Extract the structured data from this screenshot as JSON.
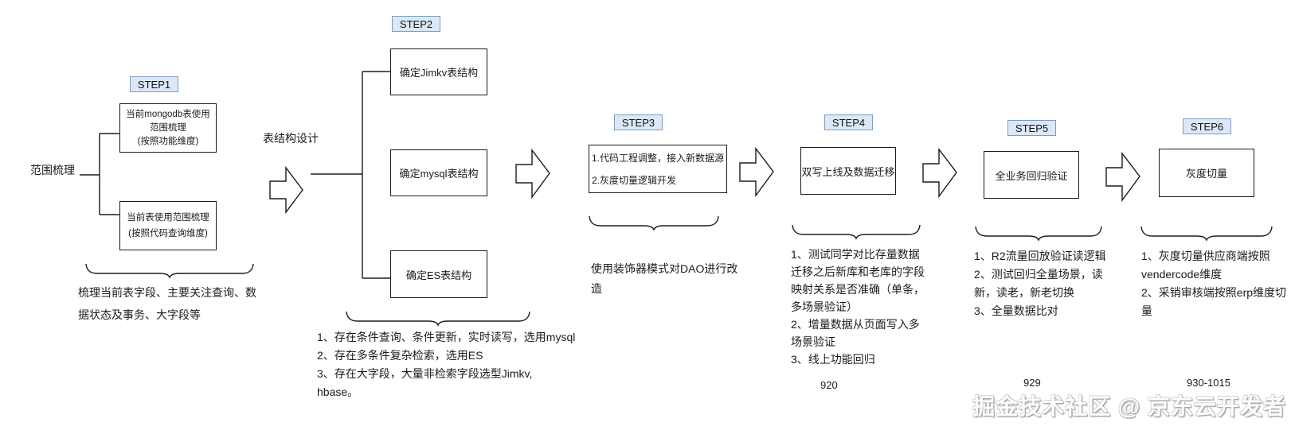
{
  "labels": {
    "scope": "范围梳理",
    "table_design": "表结构设计"
  },
  "steps": [
    {
      "badge": "STEP1",
      "boxes": [
        "当前mongodb表使用\n范围梳理\n(按照功能维度)",
        "当前表使用范围梳理\n(按照代码查询维度)"
      ],
      "note": "梳理当前表字段、主要关注查询、数据状态及事务、大字段等"
    },
    {
      "badge": "STEP2",
      "boxes": [
        "确定Jimkv表结构",
        "确定mysql表结构",
        "确定ES表结构"
      ],
      "note": "1、存在条件查询、条件更新，实时读写，选用mysql\n2、存在多条件复杂检索，选用ES\n3、存在大字段，大量非检索字段选型Jimkv,\nhbase。"
    },
    {
      "badge": "STEP3",
      "boxes": [
        "1.代码工程调整，接入新数据源\n2.灰度切量逻辑开发"
      ],
      "note": "使用装饰器模式对DAO进行改造"
    },
    {
      "badge": "STEP4",
      "boxes": [
        "双写上线及数据迁移"
      ],
      "note": "1、测试同学对比存量数据迁移之后新库和老库的字段映射关系是否准确（单条，多场景验证）\n2、增量数据从页面写入多场景验证\n3、线上功能回归",
      "date": "920"
    },
    {
      "badge": "STEP5",
      "boxes": [
        "全业务回归验证"
      ],
      "note": "1、R2流量回放验证读逻辑\n2、测试回归全量场景，读新，读老，新老切换\n3、全量数据比对",
      "date": "929"
    },
    {
      "badge": "STEP6",
      "boxes": [
        "灰度切量"
      ],
      "note": "1、灰度切量供应商端按照vendercode维度\n2、采销审核端按照erp维度切量",
      "date": "930-1015"
    }
  ],
  "watermark": "掘金技术社区 @ 京东云开发者",
  "colors": {
    "step_badge_bg": "#dbe8f8",
    "step_badge_border": "#7f9cbd",
    "line": "#1b1b1b",
    "background": "#ffffff"
  }
}
